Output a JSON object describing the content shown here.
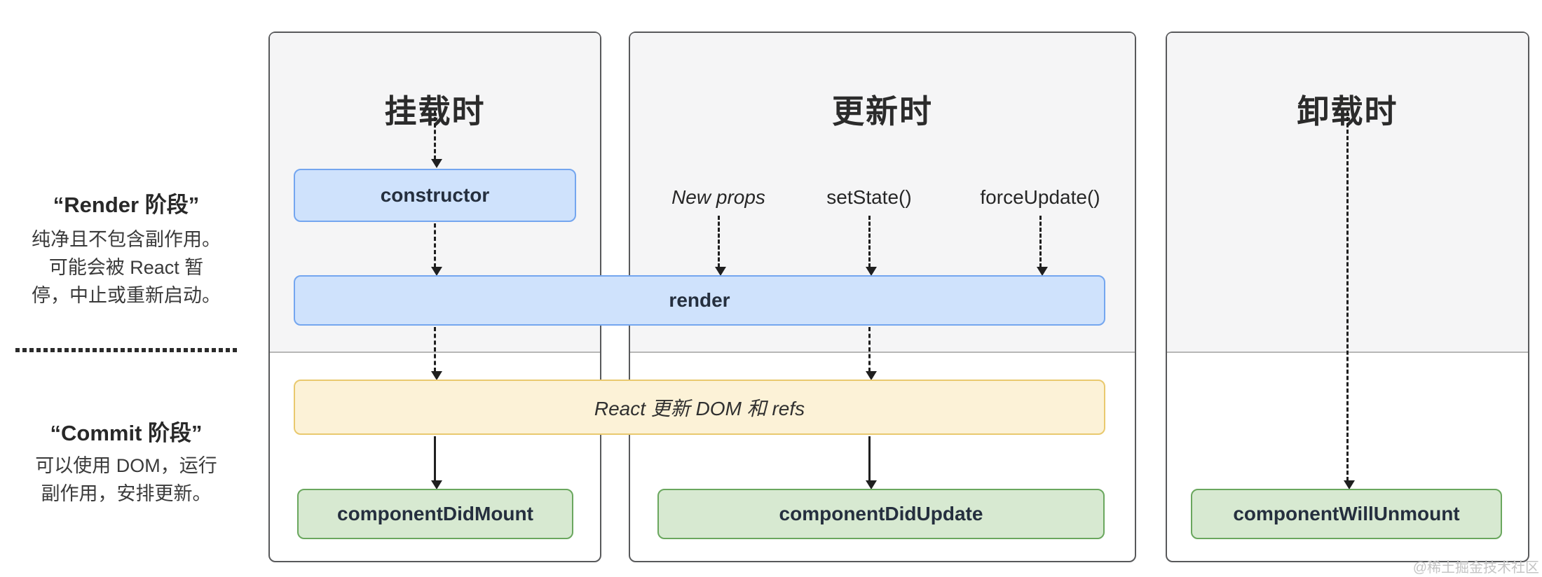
{
  "watermark": "@稀土掘金技术社区",
  "left_notes": {
    "render_phase": {
      "title": "“Render 阶段”",
      "lines": [
        "纯净且不包含副作用。",
        "可能会被 React 暂",
        "停，中止或重新启动。"
      ]
    },
    "commit_phase": {
      "title": "“Commit 阶段”",
      "lines": [
        "可以使用 DOM，运行",
        "副作用，安排更新。"
      ]
    }
  },
  "columns": {
    "mounting": {
      "title": "挂载时"
    },
    "updating": {
      "title": "更新时",
      "triggers": [
        "New props",
        "setState()",
        "forceUpdate()"
      ]
    },
    "unmounting": {
      "title": "卸载时"
    }
  },
  "boxes": {
    "constructor": "constructor",
    "render": "render",
    "react_commit": "React 更新 DOM 和 refs",
    "component_did_mount": "componentDidMount",
    "component_did_update": "componentDidUpdate",
    "component_will_unmount": "componentWillUnmount"
  },
  "colors": {
    "blue_fill": "#cfe2fc",
    "blue_border": "#74a6ef",
    "yellow_fill": "#fcf2d7",
    "yellow_border": "#e9c96e",
    "green_fill": "#d7e9d1",
    "green_border": "#6aa75e",
    "panel_bg": "#f5f5f6",
    "panel_border": "#58595b",
    "arrow": "#1f1f1f",
    "watermark": "#c4c4c4"
  }
}
